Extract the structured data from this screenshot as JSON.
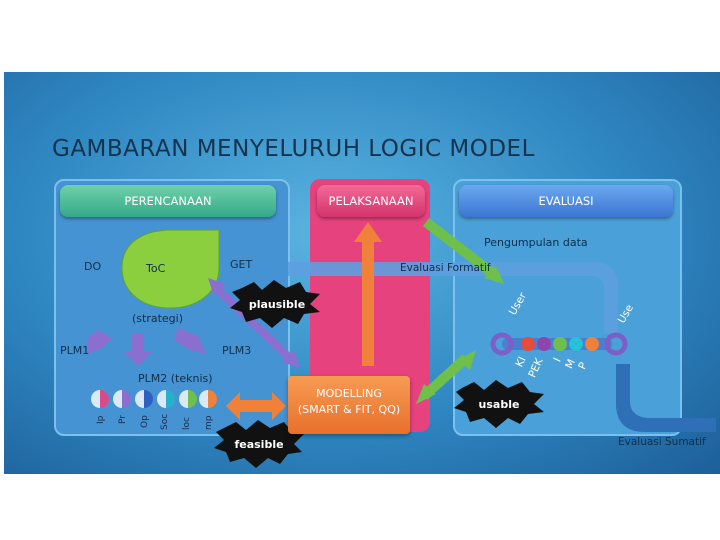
{
  "title": "GAMBARAN MENYELURUH LOGIC MODEL",
  "headers": {
    "perencanaan": "PERENCANAAN",
    "pelaksanaan": "PELAKSANAAN",
    "evaluasi": "EVALUASI"
  },
  "left": {
    "do": "DO",
    "toc": "ToC",
    "get": "GET",
    "strategi": "(strategi)",
    "plm1": "PLM1",
    "plm2": "PLM2 (teknis)",
    "plm3": "PLM3",
    "vertical": [
      "Ip",
      "Pr",
      "Op",
      "Soc",
      "loc",
      "mp"
    ]
  },
  "bursts": {
    "plausible": "plausible",
    "feasible": "feasible",
    "usable": "usable"
  },
  "modelling": {
    "line1": "MODELLING",
    "line2": "(SMART & FIT, QQ)"
  },
  "right": {
    "pengumpulan": "Pengumpulan data",
    "formatif": "Evaluasi Formatif",
    "sumatif": "Evaluasi Sumatif",
    "user1": "User",
    "user2": "Use",
    "labels": [
      "KI",
      "PEK",
      "I",
      "M",
      "P"
    ]
  },
  "colors": {
    "background": "#2f87c2",
    "perencanaan": "#3d8fd0",
    "pelaksanaan": "#e8407d",
    "evaluasi": "#4a9ed6",
    "modelling": "#f0813a",
    "accent_green": "#6fc04a",
    "accent_purple": "#8b6fd0"
  }
}
